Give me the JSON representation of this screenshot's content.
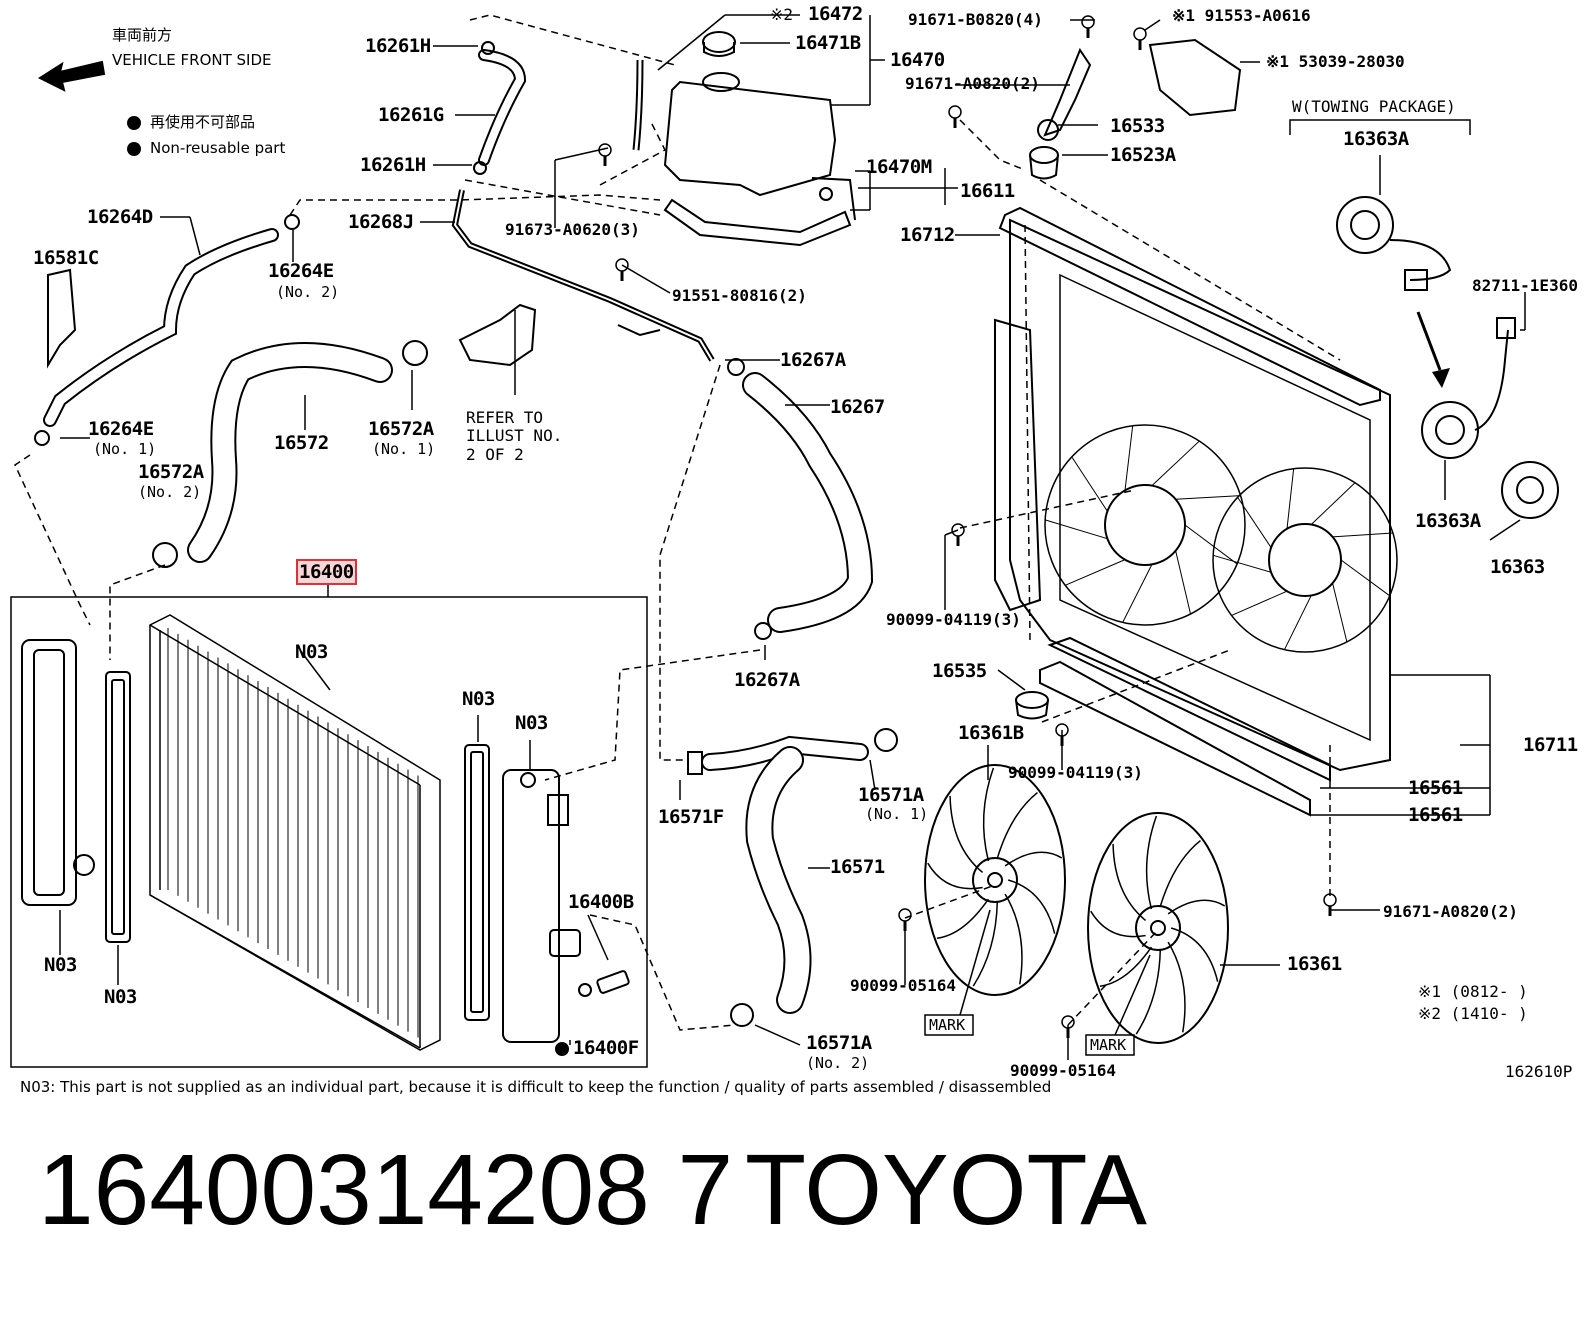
{
  "header": {
    "front_jp": "車両前方",
    "front_en": "VEHICLE FRONT SIDE",
    "legend_jp": "再使用不可部品",
    "legend_en": "Non-reusable part"
  },
  "labels": {
    "p16472": "16472",
    "p16471B": "16471B",
    "p16470": "16470",
    "p16470M": "16470M",
    "p16611": "16611",
    "p16712": "16712",
    "p16261H_a": "16261H",
    "p16261G": "16261G",
    "p16261H_b": "16261H",
    "p16268J": "16268J",
    "p16264D": "16264D",
    "p16264E_no2": "16264E",
    "p16264E_no2_sub": "(No. 2)",
    "p16581C": "16581C",
    "p16264E_no1": "16264E",
    "p16264E_no1_sub": "(No. 1)",
    "p16572A_no2": "16572A",
    "p16572A_no2_sub": "(No. 2)",
    "p16572": "16572",
    "p16572A_no1": "16572A",
    "p16572A_no1_sub": "(No. 1)",
    "refer_1": "REFER TO",
    "refer_2": "ILLUST NO.",
    "refer_3": "2 OF 2",
    "p91673": "91673-A0620(3)",
    "p91551": "91551-80816(2)",
    "p16267A_a": "16267A",
    "p16267": "16267",
    "p16267A_b": "16267A",
    "p16400": "16400",
    "n03_a": "N03",
    "n03_b": "N03",
    "n03_c": "N03",
    "n03_d": "N03",
    "n03_e": "N03",
    "p16400B": "16400B",
    "p16400F": "16400F",
    "p16571F": "16571F",
    "p16571": "16571",
    "p16571A_no1": "16571A",
    "p16571A_no1_sub": "(No. 1)",
    "p16571A_no2": "16571A",
    "p16571A_no2_sub": "(No. 2)",
    "p91671_b0820": "91671-B0820(4)",
    "p91671_a0820_top": "91671-A0820(2)",
    "mark1_ref": "※1 91553-A0616",
    "mark1_ref2": "※1 53039-28030",
    "mark2": "※2",
    "p16533": "16533",
    "p16523A": "16523A",
    "towing": "W(TOWING PACKAGE)",
    "p16363A_top": "16363A",
    "p82711": "82711-1E360",
    "p16363A_mid": "16363A",
    "p16363": "16363",
    "p90099_04119_a": "90099-04119(3)",
    "p16535": "16535",
    "p16361B": "16361B",
    "p90099_04119_b": "90099-04119(3)",
    "p16711": "16711",
    "p16561_a": "16561",
    "p16561_b": "16561",
    "p91671_a0820_bot": "91671-A0820(2)",
    "p90099_05164_a": "90099-05164",
    "p16361": "16361",
    "mark_a": "MARK",
    "mark_b": "MARK",
    "p90099_05164_b": "90099-05164",
    "date1": "※1 (0812-      )",
    "date2": "※2 (1410-      )",
    "illus_id": "162610P"
  },
  "note": "N03: This part is not supplied as an individual part, because it is difficult to keep the function / quality of parts assembled / disassembled",
  "footer": {
    "part_number": "16400314208 7",
    "brand": "TOYOTA"
  }
}
